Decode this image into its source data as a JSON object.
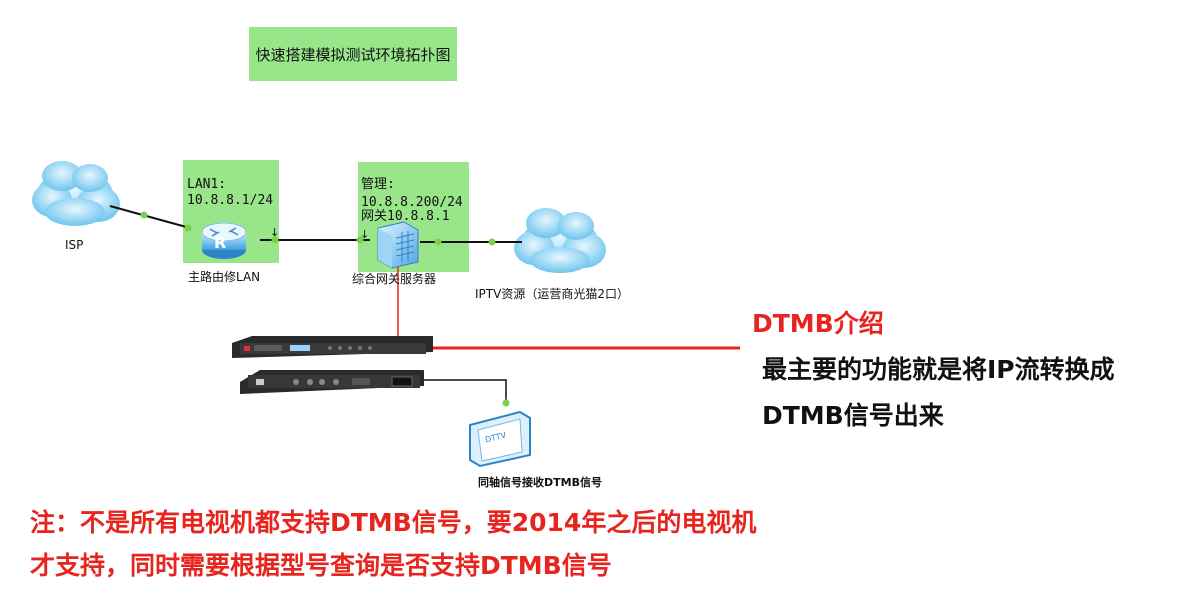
{
  "title": "快速搭建模拟测试环境拓扑图",
  "isp_label": "ISP",
  "router": {
    "lan_label": "LAN1:",
    "lan_ip": "10.8.8.1/24",
    "caption": "主路由修LAN",
    "icon_letter": "R"
  },
  "server": {
    "mgmt_label": "管理:",
    "mgmt_ip": "10.8.8.200/24",
    "gateway": "网关10.8.8.1",
    "caption": "综合网关服务器"
  },
  "iptv_label": "IPTV资源（运营商光猫2口）",
  "tv_caption": "同轴信号接收DTMB信号",
  "tv_screen_text": "DTTV",
  "arrow_glyph": "↓",
  "dtmb": {
    "heading": "DTMB介绍",
    "line1": "最主要的功能就是将IP流转换成",
    "line2": "DTMB信号出来"
  },
  "note": {
    "line1": "注：不是所有电视机都支持DTMB信号，要2014年之后的电视机",
    "line2": "才支持，同时需要根据型号查询是否支持DTMB信号"
  },
  "colors": {
    "green_box": "#99e68a",
    "red": "#e8241f",
    "cloud": "#8fd3f4",
    "connector": "#7dd04a"
  }
}
